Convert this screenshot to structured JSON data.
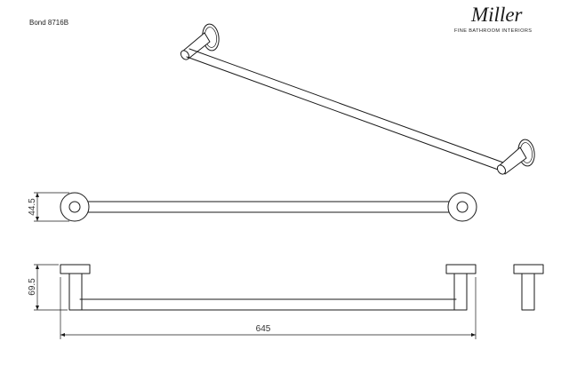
{
  "model_label": "Bond 8716B",
  "brand": {
    "name": "Miller",
    "tagline": "FINE BATHROOM INTERIORS"
  },
  "dimensions": {
    "front_height": "44.5",
    "side_height": "69.5",
    "overall_width": "645"
  }
}
